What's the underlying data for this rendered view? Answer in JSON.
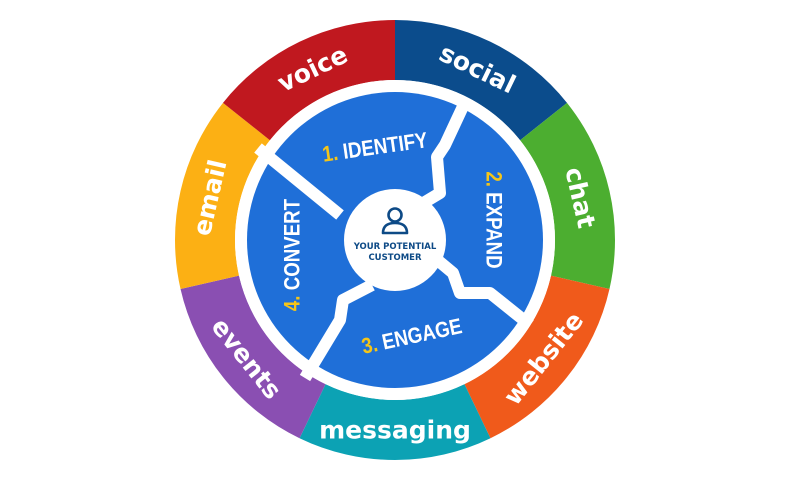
{
  "outer_ring": [
    {
      "label": "social",
      "color": "#0b4c8c"
    },
    {
      "label": "chat",
      "color": "#4cae30"
    },
    {
      "label": "website",
      "color": "#f05a1b"
    },
    {
      "label": "messaging",
      "color": "#0ca2b4"
    },
    {
      "label": "events",
      "color": "#8a4fb2"
    },
    {
      "label": "email",
      "color": "#fcb014"
    },
    {
      "label": "voice",
      "color": "#c0181f"
    }
  ],
  "steps": [
    {
      "number": "1.",
      "label": "IDENTIFY"
    },
    {
      "number": "2.",
      "label": "EXPAND"
    },
    {
      "number": "3.",
      "label": "ENGAGE"
    },
    {
      "number": "4.",
      "label": "CONVERT"
    }
  ],
  "center": {
    "line1": "YOUR POTENTIAL",
    "line2": "CUSTOMER",
    "icon": "person-icon"
  },
  "colors": {
    "inner": "#1f6fd8",
    "number": "#f5c518",
    "center_text": "#0d4a86"
  }
}
